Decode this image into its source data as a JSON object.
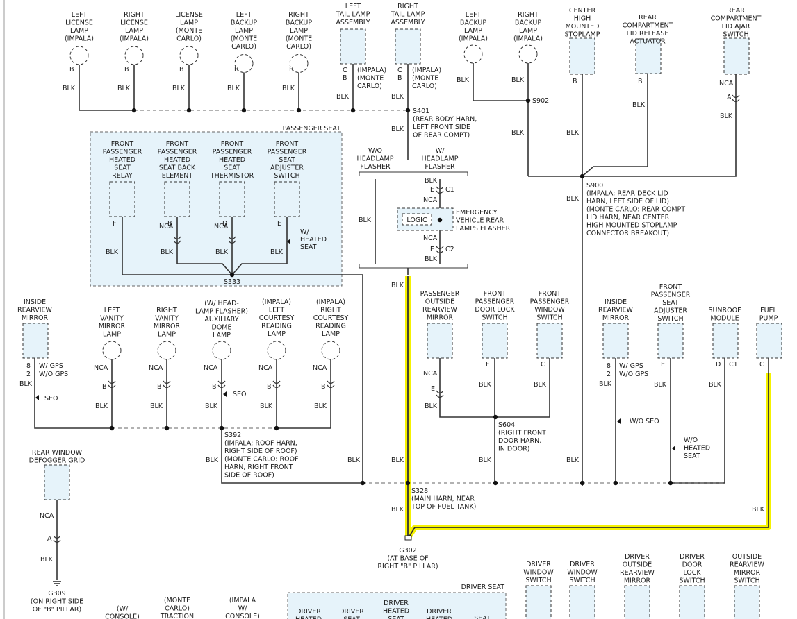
{
  "colors": {
    "highlight": "#f5f200",
    "component_fill": "#e6f3fa",
    "wire": "#333333"
  },
  "wire_color_label": "BLK",
  "pin": {
    "a": "A",
    "b": "B",
    "c": "C",
    "d": "D",
    "e": "E",
    "f": "F",
    "eight": "8",
    "two": "2"
  },
  "nca": "NCA",
  "top_row": {
    "left_license_lamp": [
      "LEFT",
      "LICENSE",
      "LAMP",
      "(IMPALA)"
    ],
    "right_license_lamp": [
      "RIGHT",
      "LICENSE",
      "LAMP",
      "(IMPALA)"
    ],
    "license_lamp_monte": [
      "LICENSE",
      "LAMP",
      "(MONTE",
      "CARLO)"
    ],
    "left_backup_monte": [
      "LEFT",
      "BACKUP",
      "LAMP",
      "(MONTE",
      "CARLO)"
    ],
    "right_backup_monte": [
      "RIGHT",
      "BACKUP",
      "LAMP",
      "(MONTE",
      "CARLO)"
    ],
    "left_tail": [
      "LEFT",
      "TAIL LAMP",
      "ASSEMBLY"
    ],
    "right_tail": [
      "RIGHT",
      "TAIL LAMP",
      "ASSEMBLY"
    ],
    "left_backup_impala": [
      "LEFT",
      "BACKUP",
      "LAMP",
      "(IMPALA)"
    ],
    "right_backup_impala": [
      "RIGHT",
      "BACKUP",
      "LAMP",
      "(IMPALA)"
    ],
    "chmsl": [
      "CENTER",
      "HIGH",
      "MOUNTED",
      "STOPLAMP"
    ],
    "rear_lid_actuator": [
      "REAR",
      "COMPARTMENT",
      "LID RELEASE",
      "ACTUATOR"
    ],
    "rear_lid_switch": [
      "REAR",
      "COMPARTMENT",
      "LID AJAR",
      "SWITCH"
    ]
  },
  "tail_pin_notes": [
    "(IMPALA)",
    "(MONTE",
    "CARLO)"
  ],
  "splices": {
    "s401": [
      "S401",
      "(REAR BODY HARN,",
      "LEFT FRONT SIDE",
      "OF REAR COMPT)"
    ],
    "s902": "S902",
    "s900": [
      "S900",
      "(IMPALA: REAR DECK LID",
      "HARN, LEFT SIDE OF LID)",
      "(MONTE CARLO: REAR COMPT",
      "LID HARN, NEAR CENTER",
      "HIGH MOUNTED STOPLAMP",
      "CONNECTOR BREAKOUT)"
    ],
    "s333": "S333",
    "s392": [
      "S392",
      "(IMPALA: ROOF HARN,",
      "RIGHT SIDE OF ROOF)",
      "(MONTE CARLO: ROOF",
      "HARN, RIGHT FRONT",
      "SIDE OF ROOF)"
    ],
    "s604": [
      "S604",
      "(RIGHT FRONT",
      "DOOR HARN,",
      "IN DOOR)"
    ],
    "s328": [
      "S328",
      "(MAIN HARN, NEAR",
      "TOP OF FUEL TANK)"
    ]
  },
  "grounds": {
    "g302": [
      "G302",
      "(AT BASE OF",
      "RIGHT \"B\" PILLAR)"
    ],
    "g309": [
      "G309",
      "(ON RIGHT SIDE",
      "OF \"B\" PILLAR)"
    ]
  },
  "passenger_seat": {
    "title": "PASSENGER SEAT",
    "relay": [
      "FRONT",
      "PASSENGER",
      "HEATED",
      "SEAT",
      "RELAY"
    ],
    "back_element": [
      "FRONT",
      "PASSENGER",
      "HEATED",
      "SEAT BACK",
      "ELEMENT"
    ],
    "thermistor": [
      "FRONT",
      "PASSENGER",
      "HEATED",
      "SEAT",
      "THERMISTOR"
    ],
    "adjuster": [
      "FRONT",
      "PASSENGER",
      "SEAT",
      "ADJUSTER",
      "SWITCH"
    ],
    "heated_note": [
      "W/",
      "HEATED",
      "SEAT"
    ]
  },
  "flasher": {
    "wo_label": [
      "W/O",
      "HEADLAMP",
      "FLASHER"
    ],
    "w_label": [
      "W/",
      "HEADLAMP",
      "FLASHER"
    ],
    "module": [
      "EMERGENCY",
      "VEHICLE REAR",
      "LAMPS FLASHER"
    ],
    "logic": "LOGIC",
    "c1": "C1",
    "c2": "C2"
  },
  "roof_row": {
    "inside_mirror": [
      "INSIDE",
      "REARVIEW",
      "MIRROR"
    ],
    "left_vanity": [
      "LEFT",
      "VANITY",
      "MIRROR",
      "LAMP"
    ],
    "right_vanity": [
      "RIGHT",
      "VANITY",
      "MIRROR",
      "LAMP"
    ],
    "dome": [
      "(W/ HEAD-",
      "LAMP FLASHER)",
      "AUXILIARY",
      "DOME",
      "LAMP"
    ],
    "left_courtesy": [
      "(IMPALA)",
      "LEFT",
      "COURTESY",
      "READING",
      "LAMP"
    ],
    "right_courtesy": [
      "(IMPALA)",
      "RIGHT",
      "COURTESY",
      "READING",
      "LAMP"
    ],
    "gps": "W/ GPS",
    "wo_gps": "W/O GPS",
    "seo": "SEO"
  },
  "door_row": {
    "pass_mirror": [
      "PASSENGER",
      "OUTSIDE",
      "REARVIEW",
      "MIRROR"
    ],
    "door_lock": [
      "FRONT",
      "PASSENGER",
      "DOOR LOCK",
      "SWITCH"
    ],
    "window": [
      "FRONT",
      "PASSENGER",
      "WINDOW",
      "SWITCH"
    ]
  },
  "right_row": {
    "inside_mirror": [
      "INSIDE",
      "REARVIEW",
      "MIRROR"
    ],
    "seat_adjuster": [
      "FRONT",
      "PASSENGER",
      "SEAT",
      "ADJUSTER",
      "SWITCH"
    ],
    "sunroof": [
      "SUNROOF",
      "MODULE"
    ],
    "fuel_pump": [
      "FUEL",
      "PUMP"
    ],
    "wo_seo": "W/O SEO",
    "wo_heated": [
      "W/O",
      "HEATED",
      "SEAT"
    ],
    "c1": "C1"
  },
  "defogger": [
    "REAR WINDOW",
    "DEFOGGER GRID"
  ],
  "bottom": {
    "w_console": [
      "(W/",
      "CONSOLE)"
    ],
    "monte_traction": [
      "(MONTE",
      "CARLO)",
      "TRACTION"
    ],
    "impala_console": [
      "(IMPALA",
      "W/",
      "CONSOLE)"
    ],
    "driver_seat": "DRIVER SEAT",
    "driver_heated": [
      "DRIVER",
      "HEATED"
    ],
    "driver_seat_lbl": [
      "DRIVER",
      "SEAT"
    ],
    "driver_heated_seat": [
      "DRIVER",
      "HEATED",
      "SEAT"
    ],
    "driver_heated2": [
      "DRIVER",
      "HEATED"
    ],
    "seat_lbl": "SEAT",
    "driver_window_1": [
      "DRIVER",
      "WINDOW",
      "SWITCH"
    ],
    "driver_window_2": [
      "DRIVER",
      "WINDOW",
      "SWITCH"
    ],
    "driver_outside_mirror": [
      "DRIVER",
      "OUTSIDE",
      "REARVIEW",
      "MIRROR"
    ],
    "driver_door_lock": [
      "DRIVER",
      "DOOR",
      "LOCK",
      "SWITCH"
    ],
    "outside_mirror_switch": [
      "OUTSIDE",
      "REARVIEW",
      "MIRROR",
      "SWITCH"
    ]
  }
}
